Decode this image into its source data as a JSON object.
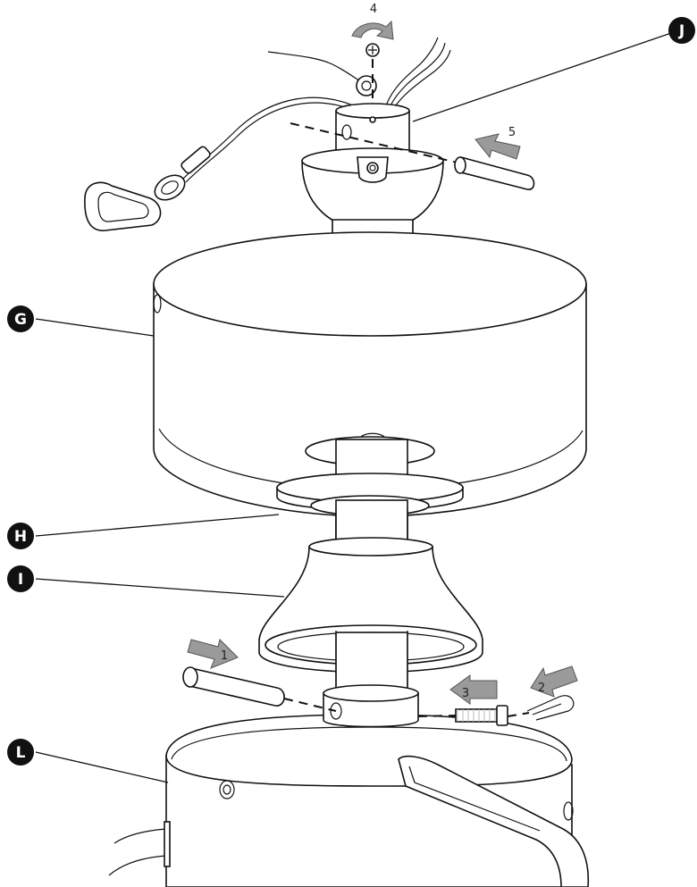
{
  "callouts": {
    "J": "J",
    "G": "G",
    "H": "H",
    "I": "I",
    "L": "L"
  },
  "steps": {
    "s1": "1",
    "s2": "2",
    "s3": "3",
    "s4": "4",
    "s5": "5"
  },
  "colors": {
    "callout_fill": "#111111",
    "arrow_fill": "#9a9a9a",
    "line": "#111111"
  }
}
